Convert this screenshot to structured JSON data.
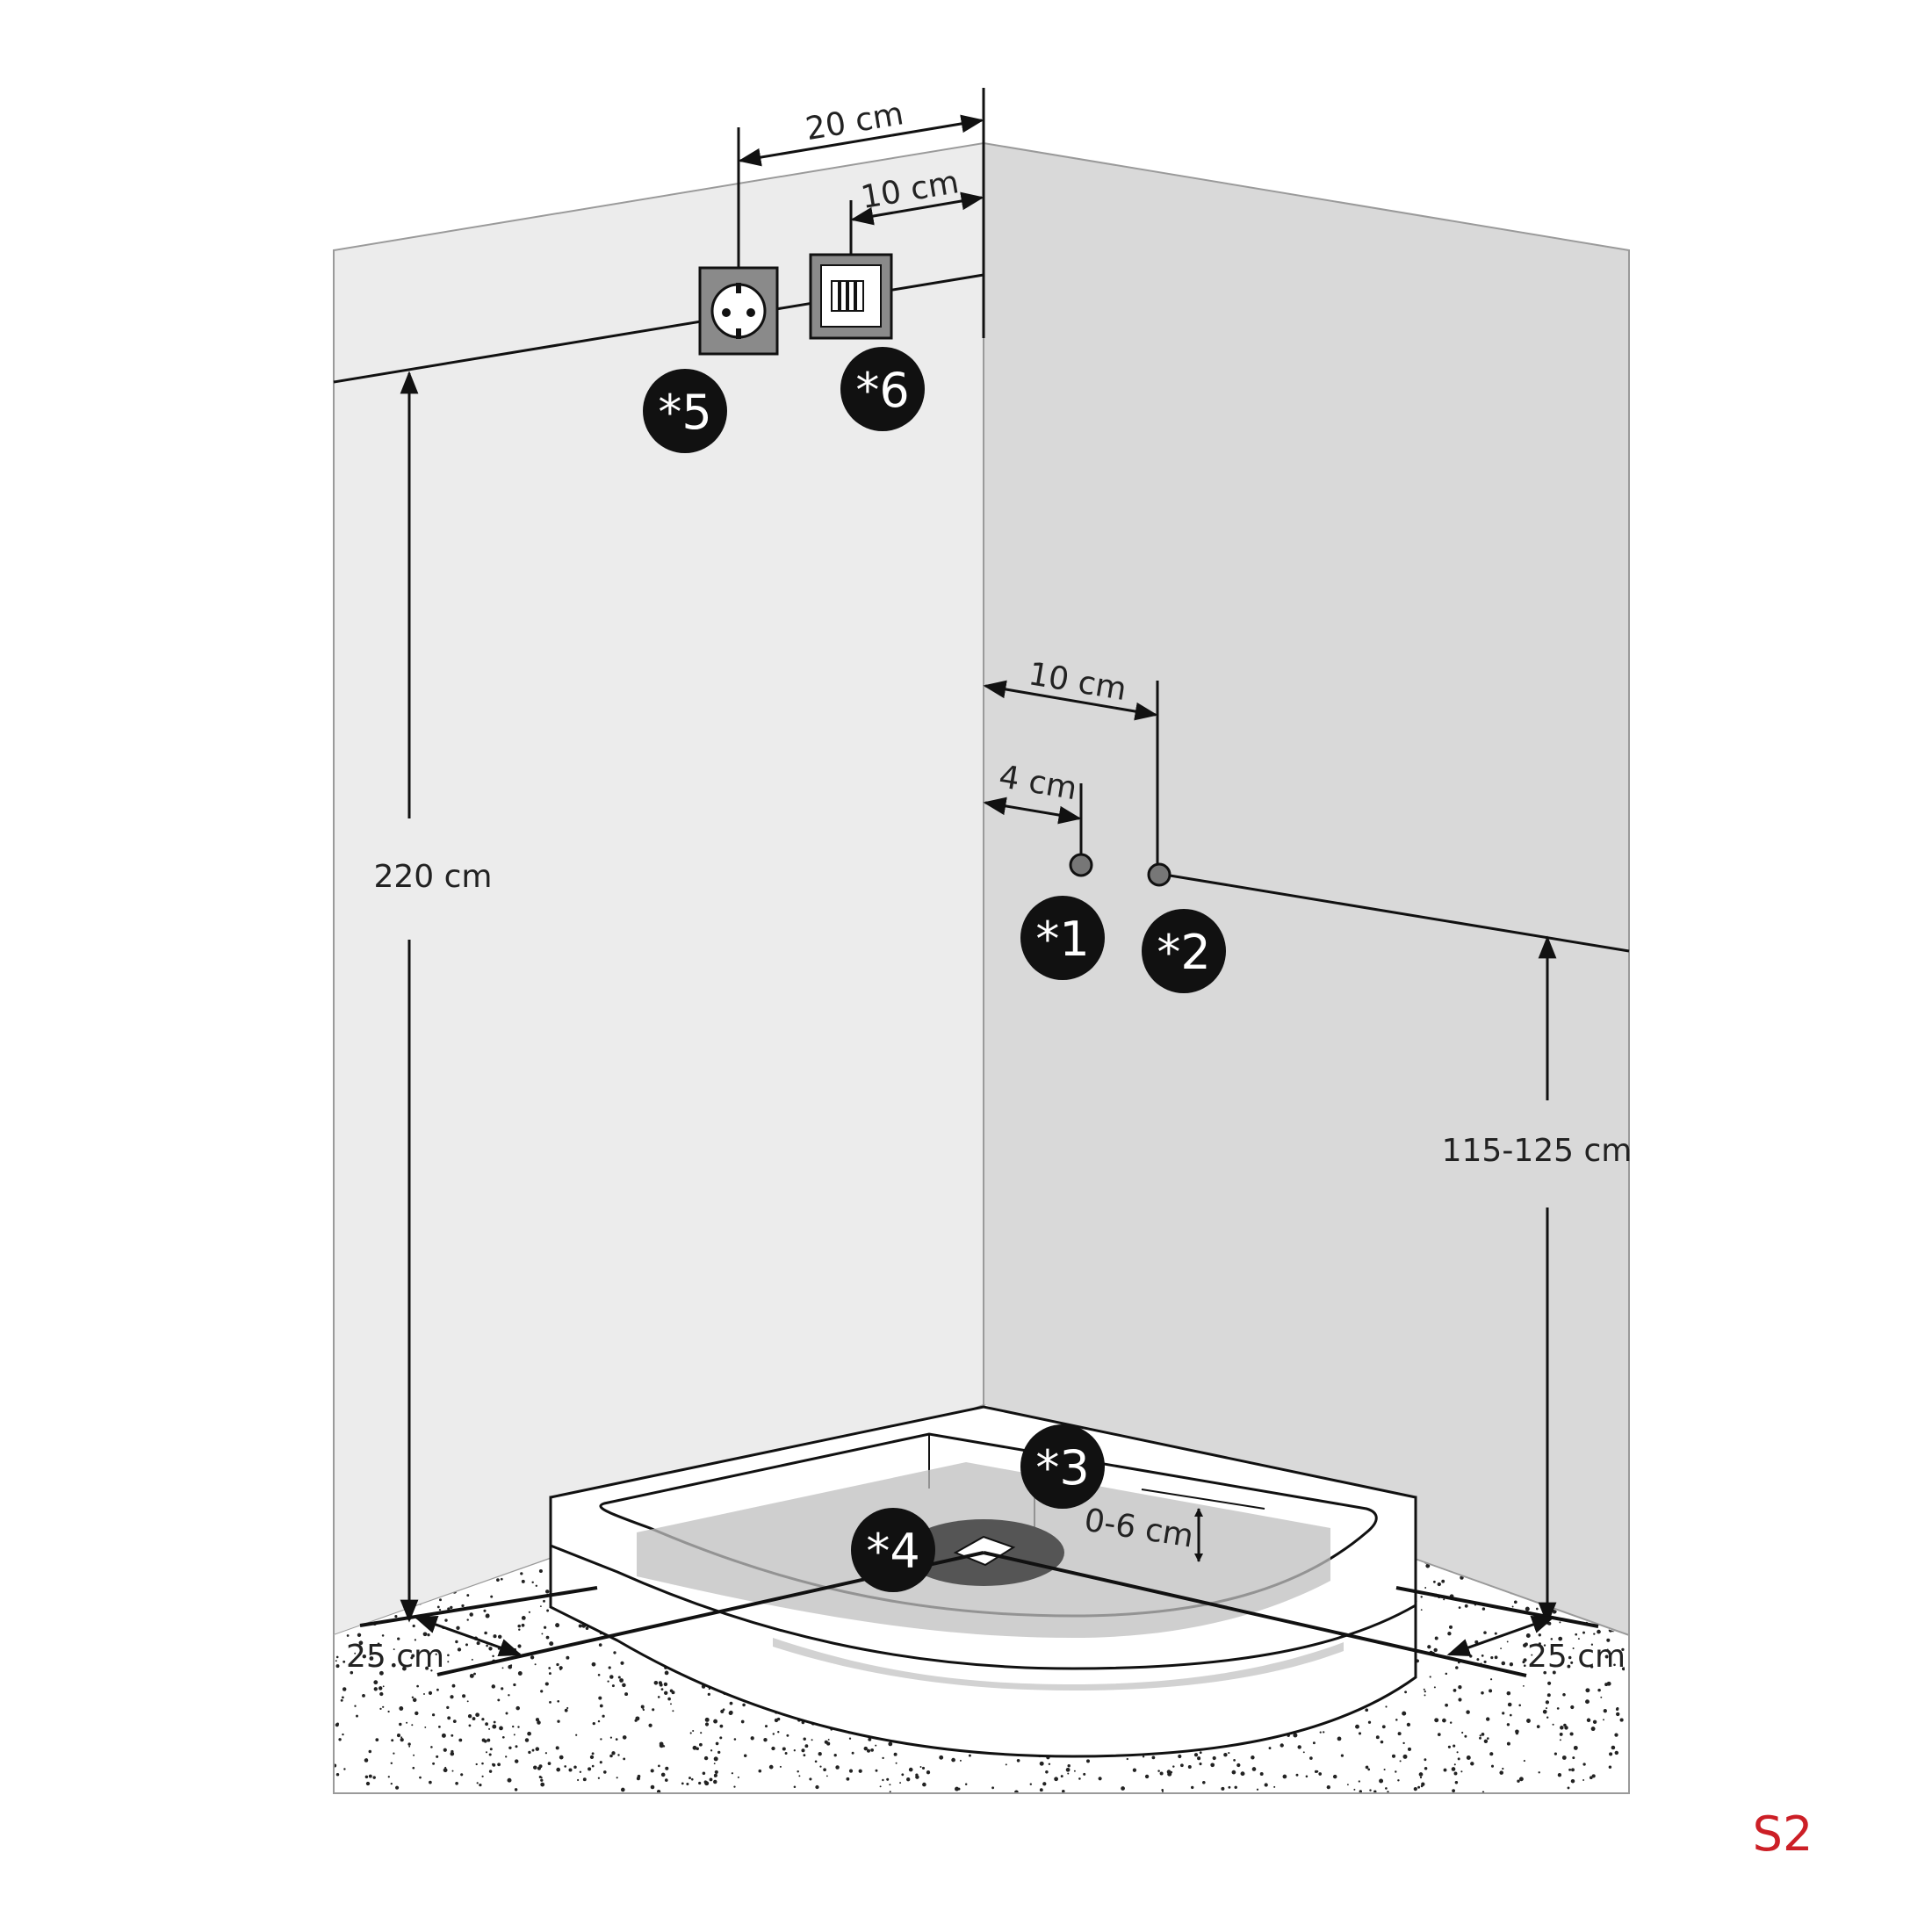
{
  "diagram": {
    "code": "S2",
    "code_color": "#cc1f26",
    "colors": {
      "left_wall": "#ececec",
      "right_wall": "#d9d9d9",
      "badge": "#111111",
      "tray_shadow": "#bfbfbf",
      "floor_dots": "#222222"
    },
    "dimensions": {
      "socket_spacing": "20 cm",
      "switch_spacing": "10 cm",
      "outlet2_spacing": "10 cm",
      "outlet1_spacing": "4 cm",
      "total_height": "220 cm",
      "outlet_height": "115-125 cm",
      "drain_height": "0-6 cm",
      "left_offset": "25 cm",
      "right_offset": "25 cm"
    },
    "markers": [
      {
        "id": "1",
        "label": "*1"
      },
      {
        "id": "2",
        "label": "*2"
      },
      {
        "id": "3",
        "label": "*3"
      },
      {
        "id": "4",
        "label": "*4"
      },
      {
        "id": "5",
        "label": "*5"
      },
      {
        "id": "6",
        "label": "*6"
      }
    ],
    "icons": {
      "socket": "power-socket-icon",
      "switch": "switch-icon",
      "water_connection": "water-connection-icon",
      "drain": "drain-icon"
    }
  }
}
